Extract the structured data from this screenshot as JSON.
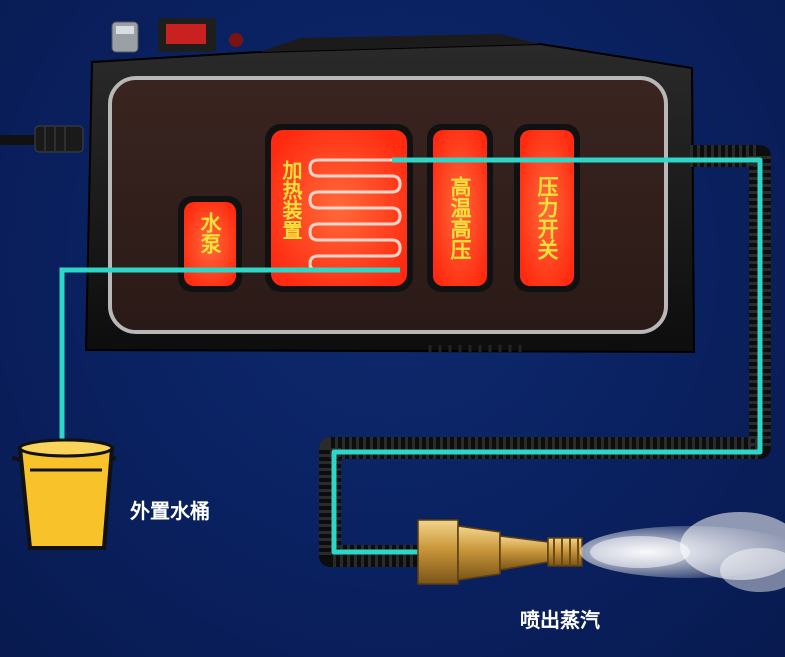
{
  "components": {
    "pump": "水泵",
    "heater": "加热装置",
    "high_temp": "高温高压",
    "pressure_switch": "压力开关"
  },
  "labels": {
    "bucket": "外置水桶",
    "steam": "喷出蒸汽"
  },
  "colors": {
    "background": "#0a2160",
    "water_line": "#2ed6c8",
    "module_red": "#ff3a1a",
    "module_text": "#f6e23a",
    "bucket_yellow": "#f7c22a"
  }
}
